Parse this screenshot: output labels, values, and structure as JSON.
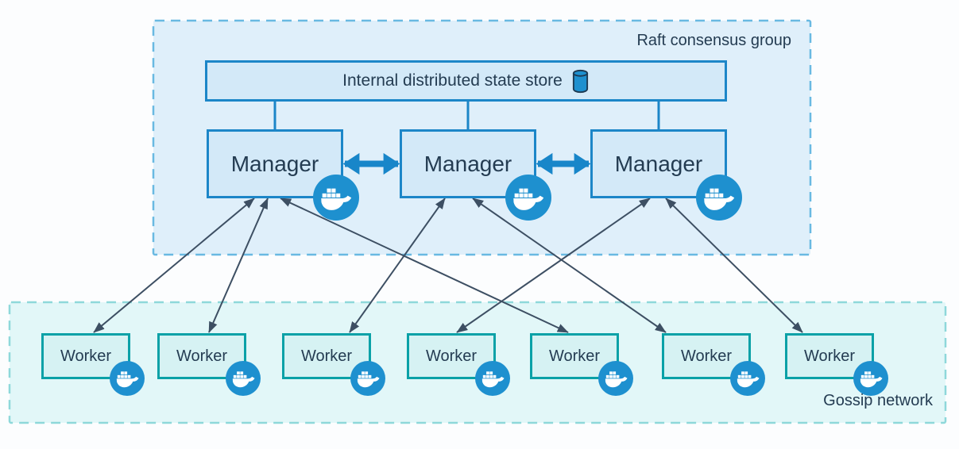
{
  "raft_group": {
    "label": "Raft consensus group"
  },
  "gossip_network": {
    "label": "Gossip network"
  },
  "state_store": {
    "label": "Internal distributed state store",
    "icon": "database-cylinder-icon"
  },
  "managers": [
    {
      "id": "manager-1",
      "label": "Manager",
      "icon": "docker-whale-icon"
    },
    {
      "id": "manager-2",
      "label": "Manager",
      "icon": "docker-whale-icon"
    },
    {
      "id": "manager-3",
      "label": "Manager",
      "icon": "docker-whale-icon"
    }
  ],
  "workers": [
    {
      "id": "worker-1",
      "label": "Worker",
      "icon": "docker-whale-icon"
    },
    {
      "id": "worker-2",
      "label": "Worker",
      "icon": "docker-whale-icon"
    },
    {
      "id": "worker-3",
      "label": "Worker",
      "icon": "docker-whale-icon"
    },
    {
      "id": "worker-4",
      "label": "Worker",
      "icon": "docker-whale-icon"
    },
    {
      "id": "worker-5",
      "label": "Worker",
      "icon": "docker-whale-icon"
    },
    {
      "id": "worker-6",
      "label": "Worker",
      "icon": "docker-whale-icon"
    },
    {
      "id": "worker-7",
      "label": "Worker",
      "icon": "docker-whale-icon"
    }
  ],
  "links": {
    "store_to_managers": [
      "manager-1",
      "manager-2",
      "manager-3"
    ],
    "manager_peer_links": [
      {
        "from": "manager-1",
        "to": "manager-2",
        "style": "thick-blue-double-arrow"
      },
      {
        "from": "manager-2",
        "to": "manager-3",
        "style": "thick-blue-double-arrow"
      }
    ],
    "manager_worker_links": [
      {
        "from": "manager-1",
        "to": "worker-1",
        "style": "thin-double-arrow"
      },
      {
        "from": "manager-1",
        "to": "worker-2",
        "style": "thin-double-arrow"
      },
      {
        "from": "manager-1",
        "to": "worker-5",
        "style": "thin-double-arrow"
      },
      {
        "from": "manager-2",
        "to": "worker-3",
        "style": "thin-double-arrow"
      },
      {
        "from": "manager-2",
        "to": "worker-6",
        "style": "thin-double-arrow"
      },
      {
        "from": "manager-3",
        "to": "worker-4",
        "style": "thin-double-arrow"
      },
      {
        "from": "manager-3",
        "to": "worker-7",
        "style": "thin-double-arrow"
      }
    ]
  },
  "colors": {
    "blue_border": "#1c86c8",
    "blue_fill": "#d3e9f8",
    "raft_fill": "#dfeffa",
    "raft_dash": "#69b9e2",
    "teal_border": "#0aa1a7",
    "teal_fill": "#d6f2f3",
    "gossip_fill": "#e2f7f8",
    "gossip_dash": "#8ed8da",
    "docker_blue": "#1e90cf",
    "text": "#243c52",
    "arrow": "#3d4f63"
  }
}
